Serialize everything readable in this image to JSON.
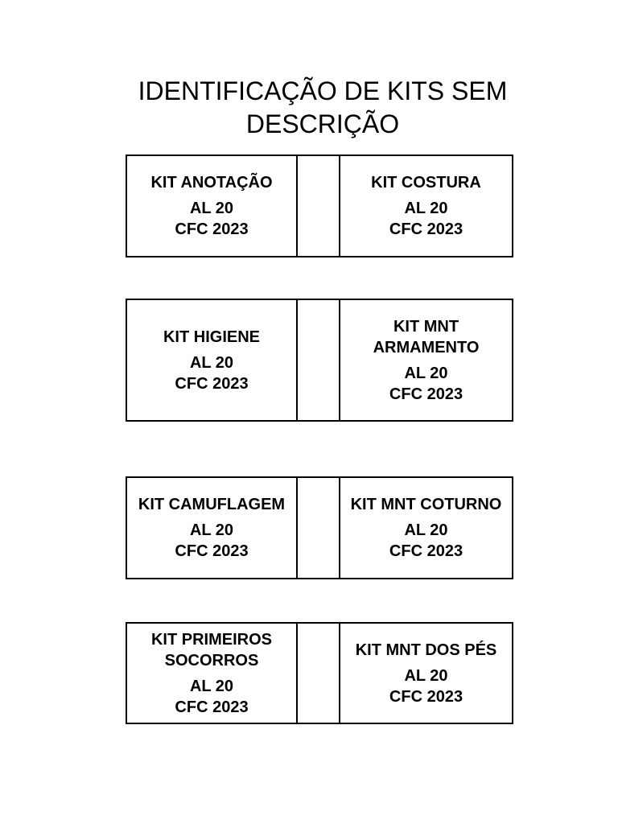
{
  "document": {
    "title_line1": "IDENTIFICAÇÃO DE KITS SEM",
    "title_line2": "DESCRIÇÃO"
  },
  "labels": [
    {
      "left": {
        "name_line1": "KIT ANOTAÇÃO",
        "name_line2": "",
        "class": "AL 20",
        "course": "CFC 2023"
      },
      "right": {
        "name_line1": "KIT COSTURA",
        "name_line2": "",
        "class": "AL 20",
        "course": "CFC 2023"
      }
    },
    {
      "left": {
        "name_line1": "KIT HIGIENE",
        "name_line2": "",
        "class": "AL 20",
        "course": "CFC 2023"
      },
      "right": {
        "name_line1": "KIT MNT",
        "name_line2": "ARMAMENTO",
        "class": "AL 20",
        "course": "CFC 2023"
      }
    },
    {
      "left": {
        "name_line1": "KIT CAMUFLAGEM",
        "name_line2": "",
        "class": "AL 20",
        "course": "CFC 2023"
      },
      "right": {
        "name_line1": "KIT MNT COTURNO",
        "name_line2": "",
        "class": "AL 20",
        "course": "CFC 2023"
      }
    },
    {
      "left": {
        "name_line1": "KIT PRIMEIROS",
        "name_line2": "SOCORROS",
        "class": "AL 20",
        "course": "CFC 2023"
      },
      "right": {
        "name_line1": "KIT MNT DOS PÉS",
        "name_line2": "",
        "class": "AL 20",
        "course": "CFC 2023"
      }
    }
  ]
}
